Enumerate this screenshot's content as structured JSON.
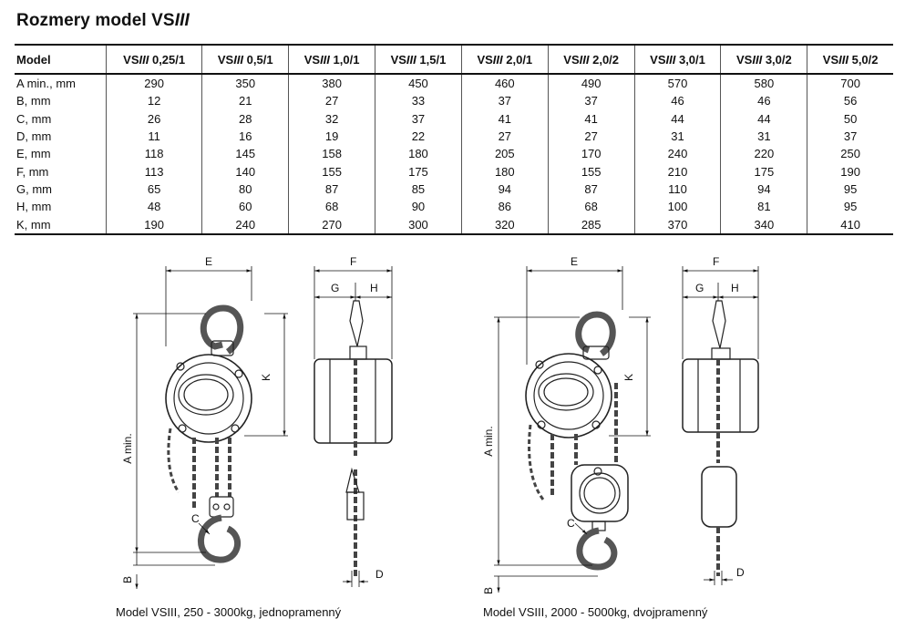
{
  "title": "Rozmery model VSIII",
  "title_parts": {
    "prefix": "Rozmery model VS",
    "suffix": "III"
  },
  "table": {
    "header_label": "Model",
    "model_prefix": "VS",
    "model_suffix": "III",
    "models": [
      "0,25/1",
      "0,5/1",
      "1,0/1",
      "1,5/1",
      "2,0/1",
      "2,0/2",
      "3,0/1",
      "3,0/2",
      "5,0/2"
    ],
    "rows": [
      {
        "label": "A min., mm",
        "values": [
          "290",
          "350",
          "380",
          "450",
          "460",
          "490",
          "570",
          "580",
          "700"
        ]
      },
      {
        "label": "B, mm",
        "values": [
          "12",
          "21",
          "27",
          "33",
          "37",
          "37",
          "46",
          "46",
          "56"
        ]
      },
      {
        "label": "C, mm",
        "values": [
          "26",
          "28",
          "32",
          "37",
          "41",
          "41",
          "44",
          "44",
          "50"
        ]
      },
      {
        "label": "D, mm",
        "values": [
          "11",
          "16",
          "19",
          "22",
          "27",
          "27",
          "31",
          "31",
          "37"
        ]
      },
      {
        "label": "E, mm",
        "values": [
          "118",
          "145",
          "158",
          "180",
          "205",
          "170",
          "240",
          "220",
          "250"
        ]
      },
      {
        "label": "F, mm",
        "values": [
          "113",
          "140",
          "155",
          "175",
          "180",
          "155",
          "210",
          "175",
          "190"
        ]
      },
      {
        "label": "G, mm",
        "values": [
          "65",
          "80",
          "87",
          "85",
          "94",
          "87",
          "110",
          "94",
          "95"
        ]
      },
      {
        "label": "H, mm",
        "values": [
          "48",
          "60",
          "68",
          "90",
          "86",
          "68",
          "100",
          "81",
          "95"
        ]
      },
      {
        "label": "K, mm",
        "values": [
          "190",
          "240",
          "270",
          "300",
          "320",
          "285",
          "370",
          "340",
          "410"
        ]
      }
    ]
  },
  "diagram_labels": {
    "E": "E",
    "F": "F",
    "G": "G",
    "H": "H",
    "K": "K",
    "A": "A min.",
    "B": "B",
    "C": "C",
    "D": "D"
  },
  "captions": {
    "left": "Model VSIII, 250 - 3000kg, jednopramenný",
    "right": "Model VSIII, 2000 - 5000kg, dvojpramenný"
  }
}
